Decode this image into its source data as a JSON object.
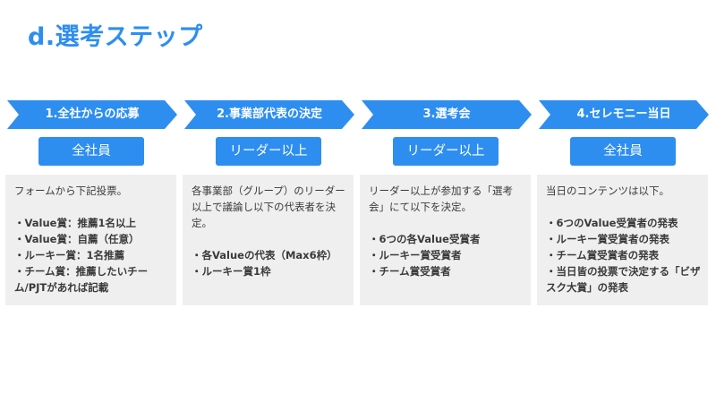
{
  "title": "d.選考ステップ",
  "colors": {
    "accent": "#2d8ef0",
    "card_bg": "#efefef"
  },
  "steps": [
    {
      "label": "1.全社からの応募",
      "role": "全社員",
      "intro": "フォームから下記投票。",
      "items": [
        "・Value賞：推薦1名以上",
        "・Value賞：自薦（任意）",
        "・ルーキー賞：1名推薦",
        "・チーム賞：推薦したいチーム/PJTがあれば記載"
      ]
    },
    {
      "label": "2.事業部代表の決定",
      "role": "リーダー以上",
      "intro": "各事業部（グループ）のリーダー以上で議論し以下の代表者を決定。",
      "items": [
        "・各Valueの代表（Max6枠）",
        "・ルーキー賞1枠"
      ]
    },
    {
      "label": "3.選考会",
      "role": "リーダー以上",
      "intro": "リーダー以上が参加する「選考会」にて以下を決定。",
      "items": [
        "・6つの各Value受賞者",
        "・ルーキー賞受賞者",
        "・チーム賞受賞者"
      ]
    },
    {
      "label": "4.セレモニー当日",
      "role": "全社員",
      "intro": "当日のコンテンツは以下。",
      "items": [
        "・6つのValue受賞者の発表",
        "・ルーキー賞受賞者の発表",
        "・チーム賞受賞者の発表",
        "・当日皆の投票で決定する「ビザスク大賞」の発表"
      ]
    }
  ]
}
